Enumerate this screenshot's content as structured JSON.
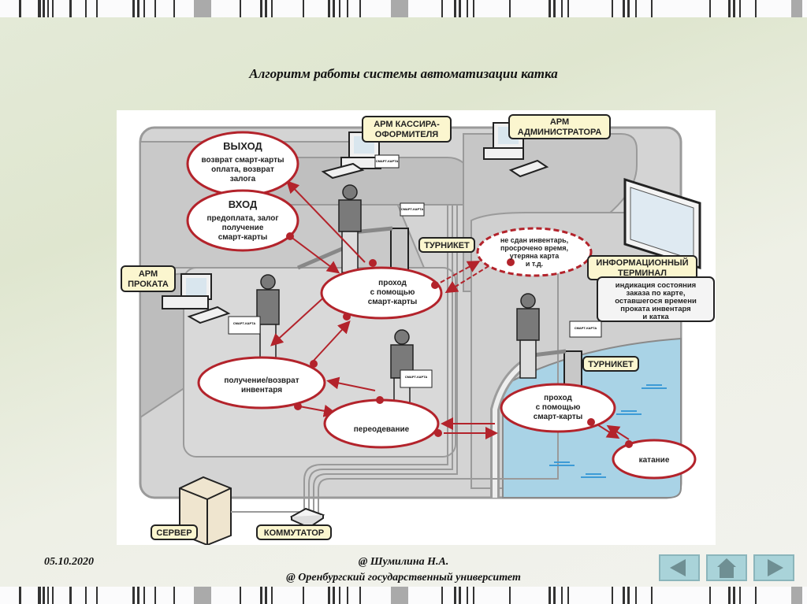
{
  "slide": {
    "title": "Алгоритм работы системы автоматизации катка",
    "background_accent": "#dfe6cf"
  },
  "diagram": {
    "labels": {
      "arm_cashier": [
        "АРМ КАССИРА-",
        "ОФОРМИТЕЛЯ"
      ],
      "arm_admin": [
        "АРМ",
        "АДМИНИСТРАТОРА"
      ],
      "arm_rental": [
        "АРМ",
        "ПРОКАТА"
      ],
      "turnstile_1": "ТУРНИКЕТ",
      "turnstile_2": "ТУРНИКЕТ",
      "info_terminal": [
        "ИНФОРМАЦИОННЫЙ",
        "ТЕРМИНАЛ"
      ],
      "server": "СЕРВЕР",
      "switch": "КОММУТАТОР"
    },
    "nodes": {
      "exit": {
        "title": "ВЫХОД",
        "lines": [
          "возврат смарт-карты",
          "оплата, возврат",
          "залога"
        ]
      },
      "entry": {
        "title": "ВХОД",
        "lines": [
          "предоплата, залог",
          "получение",
          "смарт-карты"
        ]
      },
      "pass_1": {
        "lines": [
          "проход",
          "с помощью",
          "смарт-карты"
        ]
      },
      "equipment": {
        "lines": [
          "получение/возврат",
          "инвентаря"
        ]
      },
      "changing": {
        "lines": [
          "переодевание"
        ]
      },
      "pass_2": {
        "lines": [
          "проход",
          "с помощью",
          "смарт-карты"
        ]
      },
      "skating": {
        "lines": [
          "катание"
        ]
      },
      "violation": {
        "lines": [
          "не сдан инвентарь,",
          "просрочено время,",
          "утеряна карта",
          "и т.д."
        ]
      }
    },
    "terminal_description": [
      "индикация состояния",
      "заказа по карте,",
      "оставшегося времени",
      "проката инвентаря",
      "и катка"
    ],
    "smart_card_label": "СМАРТ-КАРТА",
    "colors": {
      "accent_red": "#b3232b",
      "label_fill": "#fbf6cf",
      "floor_gray": "#d6d6d6",
      "wall_gray": "#c2c2c2",
      "ice_blue": "#a9d3e6",
      "water_marks": "#3d9bd6"
    }
  },
  "footer": {
    "date": "05.10.2020",
    "author": "@ Шумилина Н.А.",
    "organization": "@ Оренбургский государственный университет"
  },
  "nav": {
    "prev_icon": "triangle-left",
    "home_icon": "house",
    "next_icon": "triangle-right"
  }
}
